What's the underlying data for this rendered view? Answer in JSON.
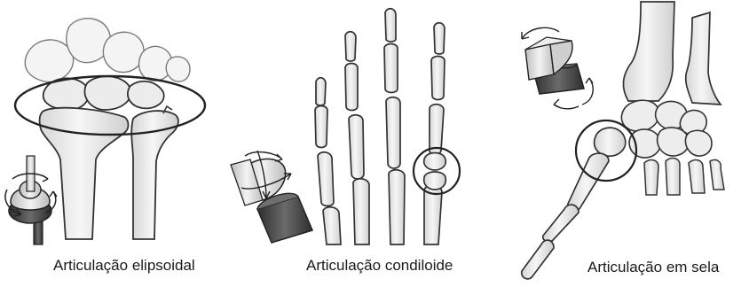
{
  "panels": [
    {
      "caption": "Articulação elipsoidal"
    },
    {
      "caption": "Articulação condiloide"
    },
    {
      "caption": "Articulação em sela"
    }
  ],
  "colors": {
    "bone_fill": "#eeeeee",
    "bone_stroke": "#3a3a3a",
    "model_dark": "#555555",
    "model_light": "#d9d9d9",
    "background": "#ffffff"
  }
}
